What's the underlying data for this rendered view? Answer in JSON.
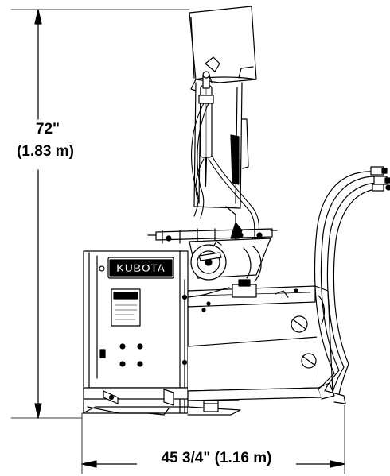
{
  "dimensions": {
    "height_imperial": "72\"",
    "height_metric": "(1.83 m)",
    "width": "45 3/4\" (1.16 m)"
  },
  "brand": {
    "logo_text": "KUBOTA"
  },
  "colors": {
    "line": "#000000",
    "background": "#ffffff"
  }
}
